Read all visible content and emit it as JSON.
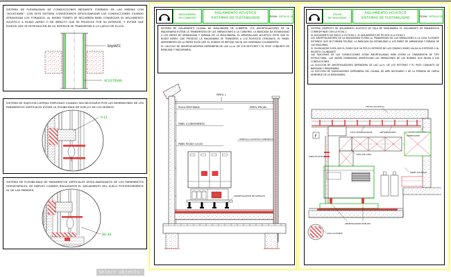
{
  "command_line": {
    "prompt": "Select objects:"
  },
  "colors": {
    "accent_green": "#00b400",
    "cad_red": "#e60000",
    "frame_yellow": "#ffff00"
  },
  "left_panel": {
    "section_conducciones": {
      "description": "SISTEMA DE FLEXIBILIDAD DE CONDUCCIONES MEDIANTE FORRADO DE LAS MISMAS CON \"ACUSTIDAN\". CON ESTE SISTEMA CONSEGUIMOS DESOLIDARIZAR LAS CONDUCCIONES CUANDO ATRAVIESAN LOS FORJADOS. AL MISMO TIEMPO SE RECUBREN PARA CONSEGUIR EL AISLAMIENTO ACUSTICO A RUIDO AEREO O DE IMPACTO QUE SE PRODUCE POR SU INTERIOR, Y EVITAR QUE RUIDOS QUE SE INTRODUCEN EN SU INTERIOR SE TRANSMITAN A LO LARGO DE ELLOS.",
      "label_bajante": "BAJANTE",
      "label_acustidan": "ACUSTIDAN"
    },
    "section_sujecion": {
      "description": "SISTEMA DE SUJECION LATERAL EMPLEADO CUANDO SEA NECESARIO POR LAS DIMENSIONES DE LOS PARAMENTOS VERTICALES EVITAR LA POSIBILIDAD DE VUELCO DE LOS MISMOS.",
      "label_ref": "P-15"
    },
    "section_paramentos": {
      "description": "SISTEMA DE FLEXIBILIDAD DE PARAMENTOS VERTICALES DESOLIDARIZADOS DE LOS PARAMENTOS HORIZONTALES, DE EMPLEO CUANDO REALIZAMOS EL AISLAMIENTO DEL SUELO POSTERIORMENTE AL DE LAS PAREDES.",
      "label_ref": "BG-40"
    }
  },
  "sheet19": {
    "zone_line1": "MAQUINARIA",
    "zone_line2": "EN CUBIERTA",
    "title_line1": "AISLAMIENTO ACUSTICO",
    "title_line2": "SISTEMAS DE FLOTABILIDAD",
    "ficha_label": "FICHA:",
    "ficha_value": "DETALLE-19",
    "description": "SISTEMA DE AISLAMIENTO GLOBAL DE MAQUINARIA DE CUBIERTA. LOS AMORTIGUADORES DE LA MAQUINARIA EVITAN LA TRANSMISION DE LAS VIBRACIONES A LA CUBIERTA. LA BANCADA DA ESTABILIDAD A LOS PARES DE ARRANCADA Y PARADA DE LA MAQUINARIA. EL APANTALLADO ACUSTICO EVITA QUE EL RUIDO AEREO QUE PRODUCE LA MAQUINARIA SE TRANSMITA A LOS EDIFICIOS CERCANOS. EL PANEL ABSORBENTE DE LA PARED EVITA QUE EL SONIDO SE REFLEJE HACIA LAS VIVIENDAS COLINDANTES.\nEL CALCULO DE AMORTIGUADORES DEPENDERA DE LAS r.p.m. DE LOS MOTORES Y EL PESO CONJUNTO DE BANCADA Y MAQUINARIA.",
    "labels": {
      "perfil_l": "PERFIL L",
      "placa_perforada": "PLACA PERFORADA",
      "panel_absorbente": "PANEL A (ABSORBENTE)",
      "panel_rigido": "PANEL RIGIDO 121/40",
      "perfil_ipn": "PERFIL IPN-160",
      "pantalla_sandwich": "PANTALLA ACUSTICA SANDWICH",
      "amortiguador": "AMORTIGUADOR DE MUELLES"
    }
  },
  "sheet20": {
    "zone_line1": "SALAS",
    "zone_line2": "DE MAQUINAS",
    "title_line1": "AISLAMIENTO ACUSTICO",
    "title_line2": "SISTEMAS DE FLOTABILIDAD",
    "ficha_label": "FICHA:",
    "ficha_value": "DETALLE-20",
    "description": "SISTEMA COMPLETO DE AISLAMIENTO ACUSTICO DE SALA DE MAQUINARIA. EL AISLAMIENTO DE PARAMENTOS CORRESPONDE CON LA FICHA 1.\nEL AISLAMIENTO DE SUELO A LA FICHA 2. EL AISLAMIENTO DE TECHOS A LA FICHA 3.\nLOS AMORTIGUADORES DE LA MAQUINARIA EVITAN LA TRANSMISION DE LAS VIBRACIONES A LA LOSA FLOTANTE EVITANDO QUE SE FORMEN FISURAS. LA BANCADA DA ESTABILIDAD A LOS PARES DE ARRANCADA Y PARADA DE LAS MAQUINAS.\nEL SILENCIADOR EVITA QUE EL RUIDO QUE VA POR EL INTERIOR DE LAS CONDUCCIONES SALGA AL EXTERIOR O AL RECINTO COLINDANTE.\nLAS FIJACIONES DE LAS CONDUCCIONES ESTAN AMORTIGUADAS PARA EVITAR LA TRANSMISION DE TIPO ESTRUCTURAL. LAS JUNTAS EXPANSIVAS AMORTIGUAN LAS VIBRACIONES DE LAS BOMBAS QUE PASAN A LAS CONDUCCIONES.\nLA ELECCION DE AMORTIGUADORES DEPENDERA DE LAS r.p.m. DE LOS MOTORES Y EL PESO CONJUNTO DE BANCADA Y MAQUINARIA.\nLA ELECCION DE SILENCIADORES DEPENDERA DEL CAUDAL DE AIRE NECESARIO Y DE LA PERDIDA DE CARGA ADMISIBLE DE LA MAQUINARIA.",
    "labels": {
      "techo_acustico": "TECHO ACUSTICO",
      "taco_amortiguador": "TACO AMORTIGUADOR",
      "antivibratorio": "ANTIVIBRATORIO",
      "muro": "MURO HORMIGON",
      "silenciador": "SILENCIADOR",
      "codo_lona": "CODO DE LONA",
      "junta_elastica": "JUNTA ELASTICA",
      "panel_acustico": "PANEL ACUSTICO",
      "amortiguador_muelles": "AMORTIGUADOR MUELLES",
      "losa_flotante": "LOSA FLOTANTE"
    }
  }
}
